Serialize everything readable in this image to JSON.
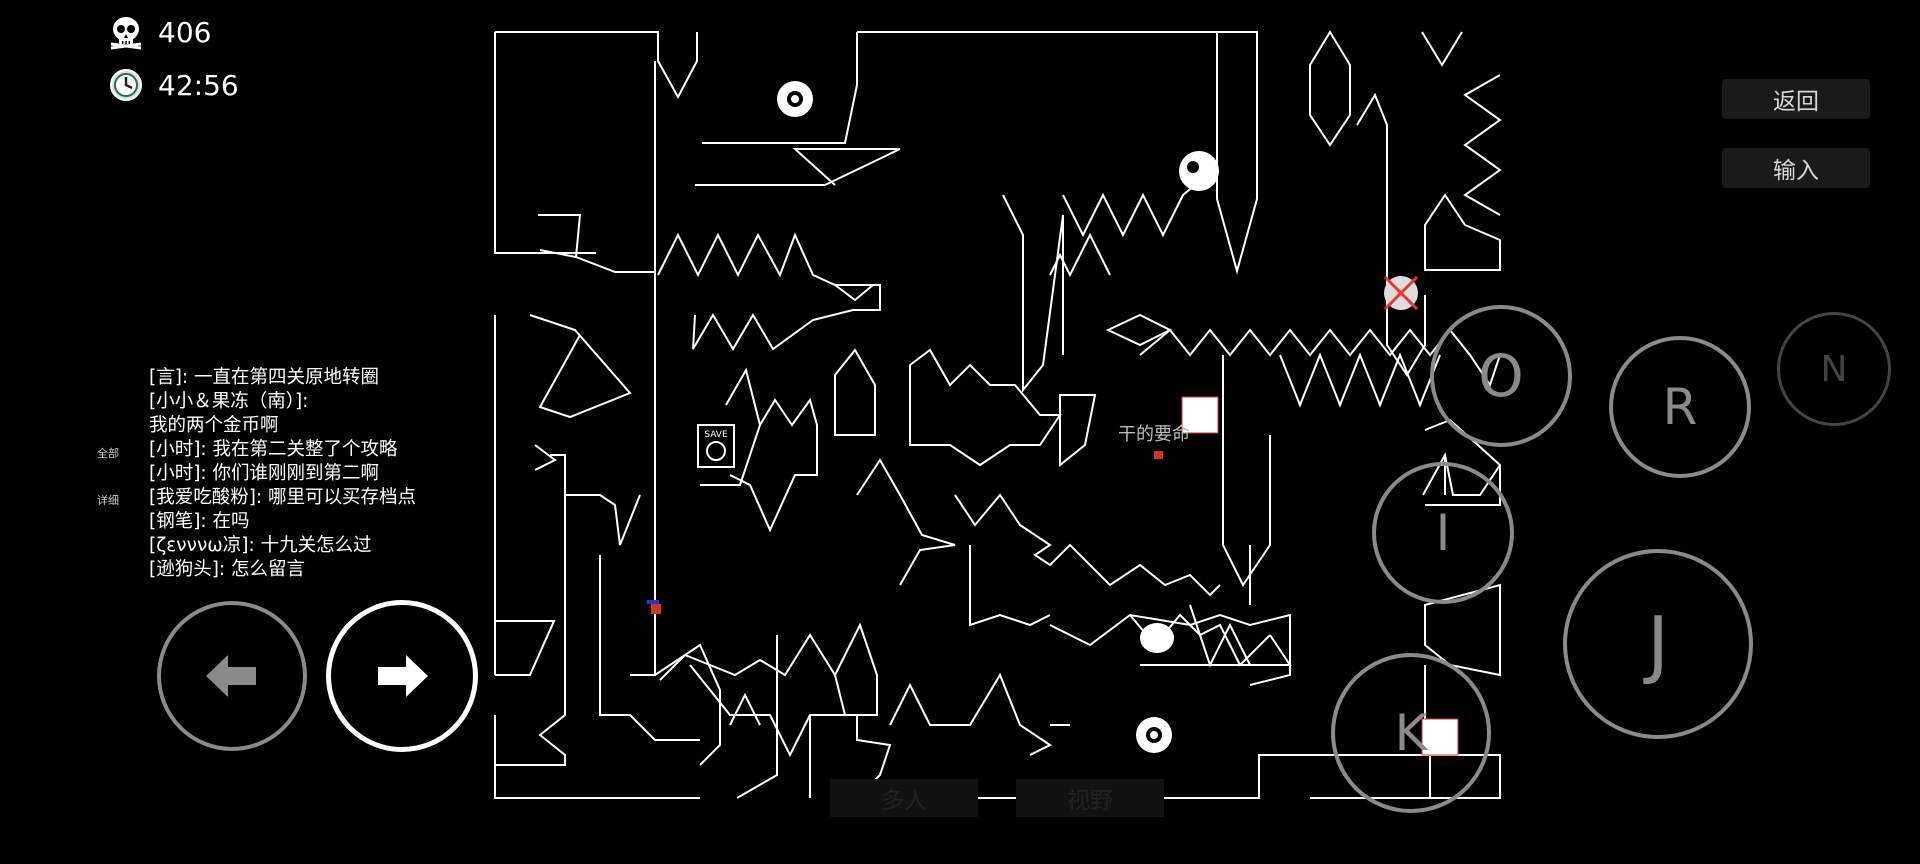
{
  "hud": {
    "deaths": "406",
    "timer": "42:56"
  },
  "side_buttons": {
    "back_label": "返回",
    "input_label": "输入"
  },
  "chat": {
    "tab_all": "全部",
    "tab_detail": "详细",
    "lines": [
      "[言]: 一直在第四关原地转圈",
      "[小小＆果冻（南）]:",
      "我的两个金币啊",
      "[小时]: 我在第二关整了个攻略",
      "[小时]: 你们谁刚刚到第二啊",
      "[我爱吃酸粉]: 哪里可以买存档点",
      "[钢笔]: 在吗",
      "[ζενννω凉]: 十九关怎么过",
      "[逊狗头]: 怎么留言"
    ]
  },
  "controls": {
    "left_arrow": "left-arrow",
    "right_arrow": "right-arrow",
    "o_label": "O",
    "r_label": "R",
    "n_label": "N",
    "i_label": "I",
    "j_label": "J",
    "k_label": "K"
  },
  "bottom_tabs": {
    "multiplayer": "多人",
    "view": "视野"
  },
  "map": {
    "player_label": "干的要命",
    "save_label": "SAVE"
  },
  "colors": {
    "background": "#000000",
    "maze_lines": "#ffffff",
    "button_outline": "#8a8a8a"
  }
}
